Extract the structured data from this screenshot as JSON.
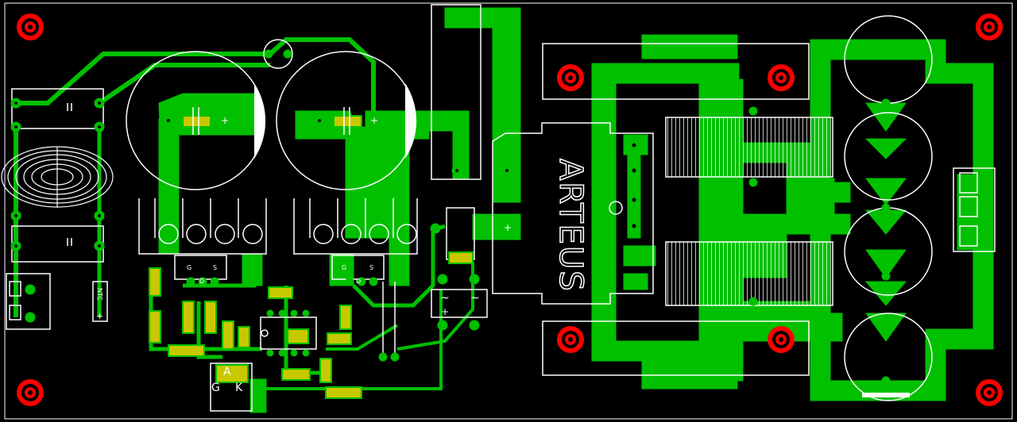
{
  "board": {
    "background": "#000000",
    "copper_color": "#00c000",
    "silk_color": "#ffffff",
    "pad_color": "#c8c800",
    "mount_color": "#ff0000",
    "border_color": "#ffffff"
  },
  "silk_labels": {
    "brand": "ARTEUS",
    "ntc": "NTC",
    "plus": "+",
    "plus_b": "+",
    "plus_c": "+",
    "plus_d": "+",
    "plus_e": "+",
    "tilde_left": "~",
    "tilde_right": "~",
    "gate_left": "G",
    "drain_left": "D",
    "source_left": "S",
    "gate_right": "G",
    "drain_right": "D",
    "source_right": "S",
    "thyristor_a": "A",
    "thyristor_g": "G",
    "thyristor_k": "K"
  },
  "icons": {
    "mount_hole": "mount-hole-icon",
    "toroid": "toroid-inductor-icon",
    "capacitor": "capacitor-icon"
  }
}
